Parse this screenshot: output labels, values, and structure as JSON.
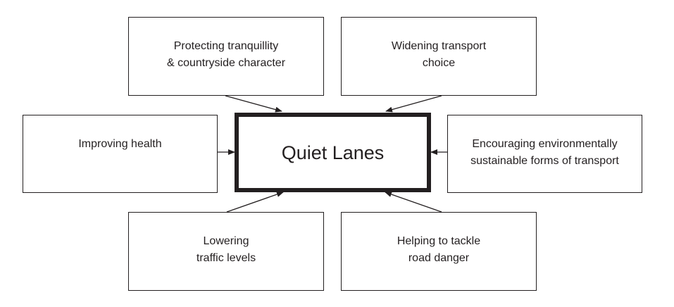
{
  "diagram": {
    "center": {
      "label": "Quiet Lanes"
    },
    "boxes": {
      "top_left": {
        "lines": [
          "Protecting tranquillity",
          "& countryside character"
        ]
      },
      "top_right": {
        "lines": [
          "Widening transport",
          "choice"
        ]
      },
      "middle_left": {
        "lines": [
          "Improving health"
        ]
      },
      "middle_right": {
        "lines": [
          "Encouraging environmentally",
          "sustainable forms of transport"
        ]
      },
      "bottom_left": {
        "lines": [
          "Lowering",
          "traffic levels"
        ]
      },
      "bottom_right": {
        "lines": [
          "Helping to tackle",
          "road danger"
        ]
      }
    },
    "colors": {
      "ink": "#231f20",
      "background": "#ffffff"
    }
  }
}
